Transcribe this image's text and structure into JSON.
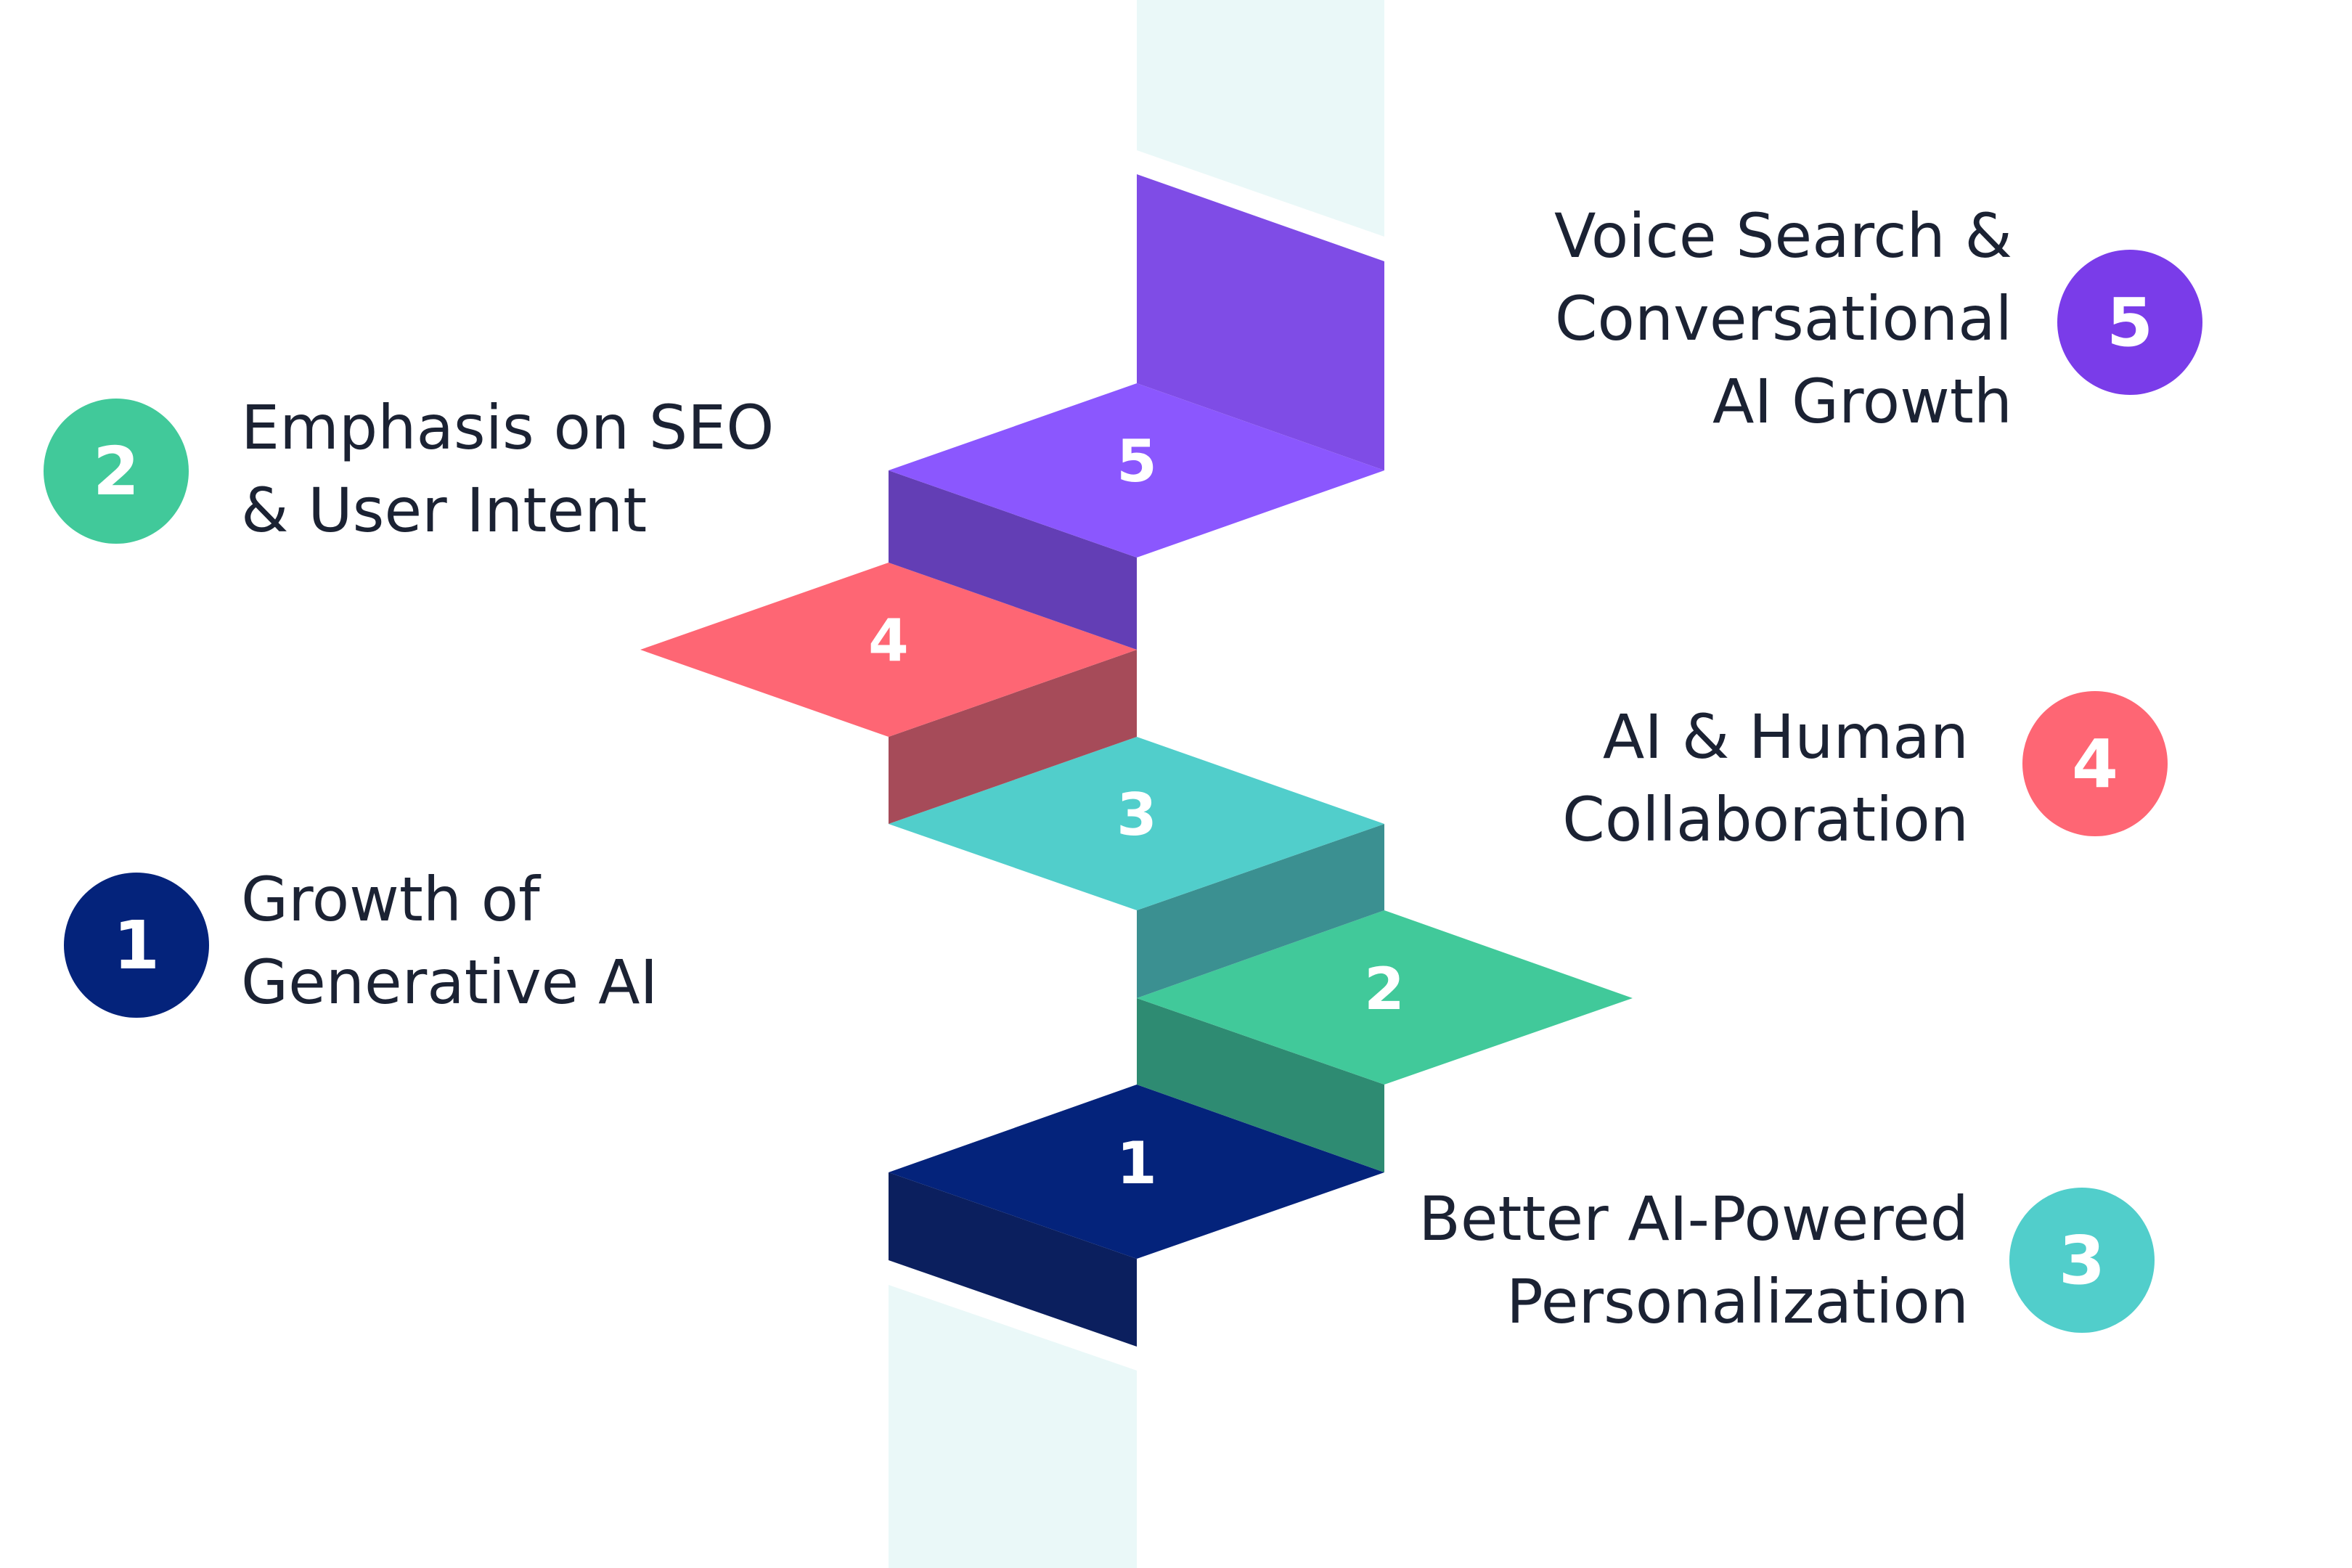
{
  "colors": {
    "track": "#eaf8f8",
    "step1_top": "#04237b",
    "step1_side": "#0b1f5e",
    "step2_top": "#41c99a",
    "step2_side": "#2e8b72",
    "step3_top": "#51cecb",
    "step3_side": "#3b9091",
    "step4_top": "#fe6674",
    "step4_side": "#a64b59",
    "step5_top": "#8b57fe",
    "step5_side": "#633eb5",
    "step5_back": "#7f4ce6",
    "badge1": "#04237b",
    "badge2": "#41c99a",
    "badge3": "#51cecb",
    "badge4": "#fe6674",
    "badge5": "#7a3ce9",
    "text": "#1b2233"
  },
  "steps": [
    {
      "number": "1",
      "badge": "1",
      "lines": [
        "Growth of",
        "Generative AI"
      ]
    },
    {
      "number": "2",
      "badge": "2",
      "lines": [
        "Emphasis on SEO",
        "& User Intent"
      ]
    },
    {
      "number": "3",
      "badge": "3",
      "lines": [
        "Better AI-Powered",
        "Personalization"
      ]
    },
    {
      "number": "4",
      "badge": "4",
      "lines": [
        "AI & Human",
        "Collaboration"
      ]
    },
    {
      "number": "5",
      "badge": "5",
      "lines": [
        "Voice Search &",
        "Conversational",
        "AI Growth"
      ]
    }
  ]
}
